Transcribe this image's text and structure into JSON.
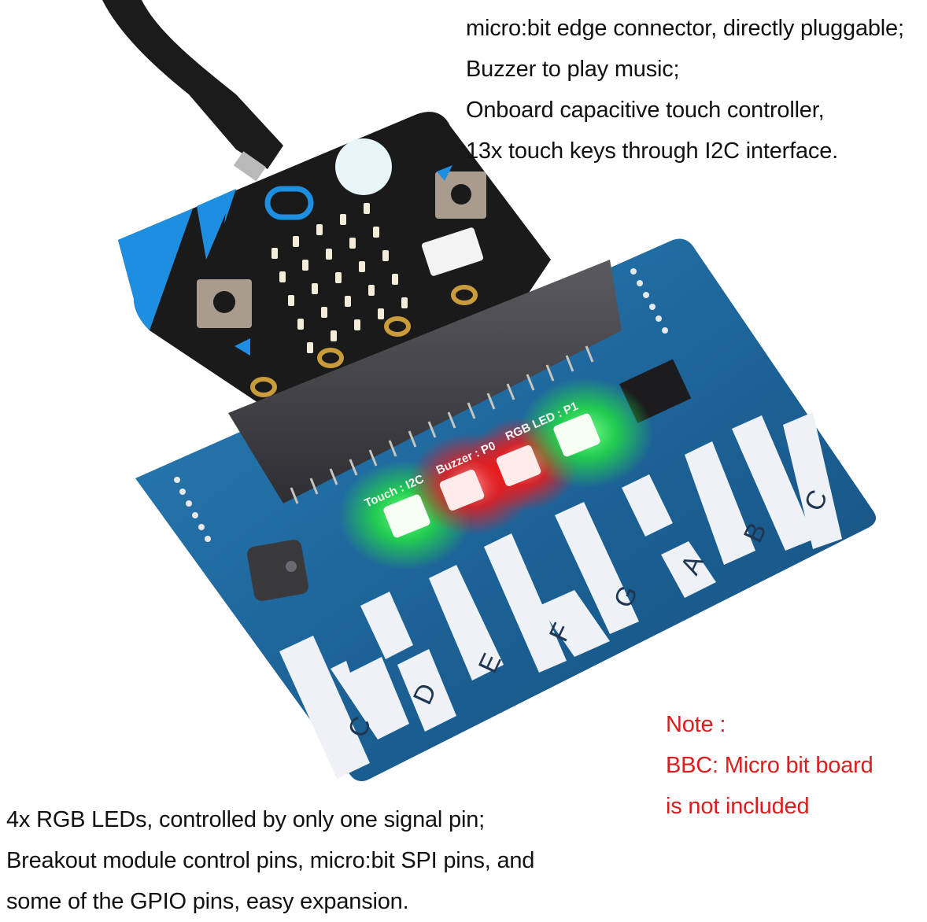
{
  "image": {
    "type": "product-photo",
    "subject": "micro:bit piano touch expansion board"
  },
  "features_top": {
    "lines": [
      "micro:bit edge connector, directly pluggable;",
      "Buzzer to play music;",
      "Onboard capacitive touch controller,",
      "13x touch keys through I2C interface."
    ]
  },
  "features_bottom": {
    "lines": [
      "4x RGB LEDs, controlled by only one signal pin;",
      "Breakout module control pins, micro:bit SPI pins, and",
      "some of the GPIO pins, easy expansion."
    ]
  },
  "note": {
    "lines": [
      "Note :",
      "BBC: Micro bit board",
      "is not included"
    ],
    "color": "#d81e1e"
  },
  "board": {
    "silkscreen": {
      "touch": "Touch : I2C",
      "buzzer": "Buzzer : P0",
      "rgb": "RGB LED : P1"
    },
    "keys": [
      "C",
      "D",
      "E",
      "F",
      "G",
      "A",
      "B",
      "C"
    ],
    "microbit_buttons": [
      "A",
      "B"
    ],
    "colors": {
      "pcb_blue": "#1e6fa8",
      "microbit_black": "#1a1a1a",
      "microbit_accent": "#1e8fe0",
      "led_green": "#22dd44",
      "led_red": "#ee1a1a"
    }
  }
}
